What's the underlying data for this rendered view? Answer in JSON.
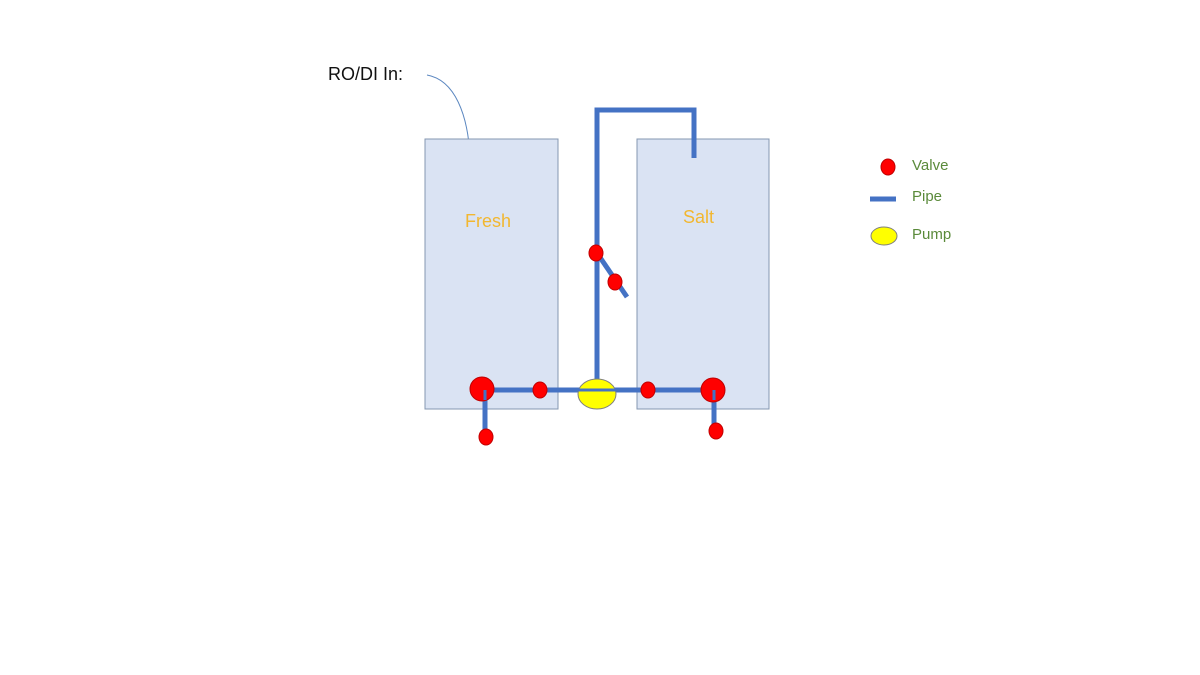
{
  "inlet_label": "RO/DI In:",
  "tanks": [
    {
      "label": "Fresh"
    },
    {
      "label": "Salt"
    }
  ],
  "legend": [
    {
      "label": "Valve",
      "icon": "valve-icon"
    },
    {
      "label": "Pipe",
      "icon": "pipe-icon"
    },
    {
      "label": "Pump",
      "icon": "pump-icon"
    }
  ],
  "colors": {
    "tank_fill": "#dae3f3",
    "tank_stroke": "#8497b0",
    "pipe": "#4472c4",
    "valve": "#ff0000",
    "pump": "#ffff00",
    "tank_label": "#f2b730",
    "legend_text": "#5a8a3a"
  }
}
